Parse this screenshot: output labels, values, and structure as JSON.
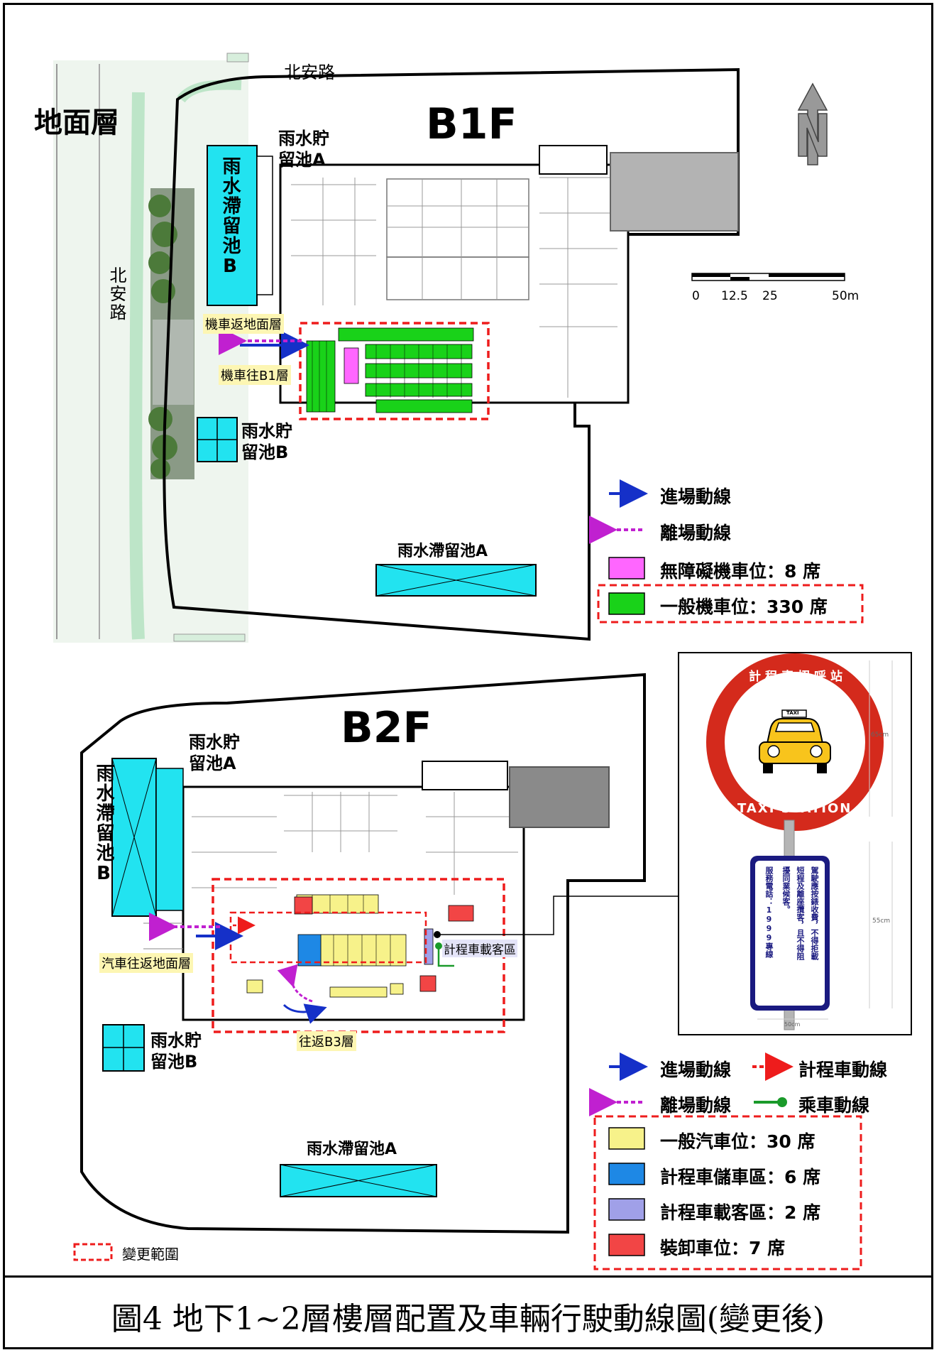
{
  "caption": "圖4 地下1~2層樓層配置及車輛行駛動線圖(變更後)",
  "b1f": {
    "ground_level": "地面層",
    "floor_label": "B1F",
    "street_top": "北安路",
    "street_side": "北安路",
    "detention_b_big": "雨水滯留池B",
    "storage_a": "雨水貯\n留池A",
    "storage_b": "雨水貯\n留池B",
    "detention_a": "雨水滯留池A",
    "moto_return": "機車返地面層",
    "moto_to_b1": "機車往B1層",
    "scale": {
      "ticks": [
        "0",
        "12.5",
        "25",
        "50m"
      ]
    },
    "legend": {
      "enter": "進場動線",
      "exit": "離場動線",
      "accessible": "無障礙機車位：8 席",
      "general": "一般機車位：330 席"
    }
  },
  "b2f": {
    "floor_label": "B2F",
    "detention_b_big": "雨水滯留池B",
    "storage_a": "雨水貯\n留池A",
    "storage_b": "雨水貯\n留池B",
    "detention_a": "雨水滯留池A",
    "car_to_ground": "汽車往返地面層",
    "to_b3": "往返B3層",
    "taxi_pickup": "計程車載客區",
    "legend": {
      "enter": "進場動線",
      "taxi": "計程車動線",
      "exit": "離場動線",
      "board": "乘車動線",
      "general_car": "一般汽車位：30 席",
      "taxi_storage": "計程車儲車區：6 席",
      "taxi_pickup": "計程車載客區：2 席",
      "loading": "裝卸車位：7 席"
    },
    "change_scope": "變更範圍"
  },
  "sign": {
    "ring_text": "計程車招呼站",
    "station": "TAXI STATION",
    "taxi_roof": "TAXI",
    "dim_65": "65cm",
    "dim_55": "55cm",
    "dim_w": "50cm",
    "panel_col1": "駕駛應按錶收費，不得拒載",
    "panel_col2": "短程及離座攬客，且不得阻",
    "panel_col3": "擾同業候客。",
    "panel_col4": "服務電話：1999專線"
  },
  "colors": {
    "cyan": "#22e3f0",
    "moto_green": "#19d219",
    "accessible_pink": "#ff66ff",
    "car_yellow": "#f7f28a",
    "taxi_blue": "#1e88e5",
    "taxi_purple": "#a0a0e8",
    "loading_red": "#f24545",
    "change_red": "#ee1c1c",
    "enter_blue": "#1530c8",
    "exit_magenta": "#c020d0",
    "board_green": "#1a9a2a"
  }
}
